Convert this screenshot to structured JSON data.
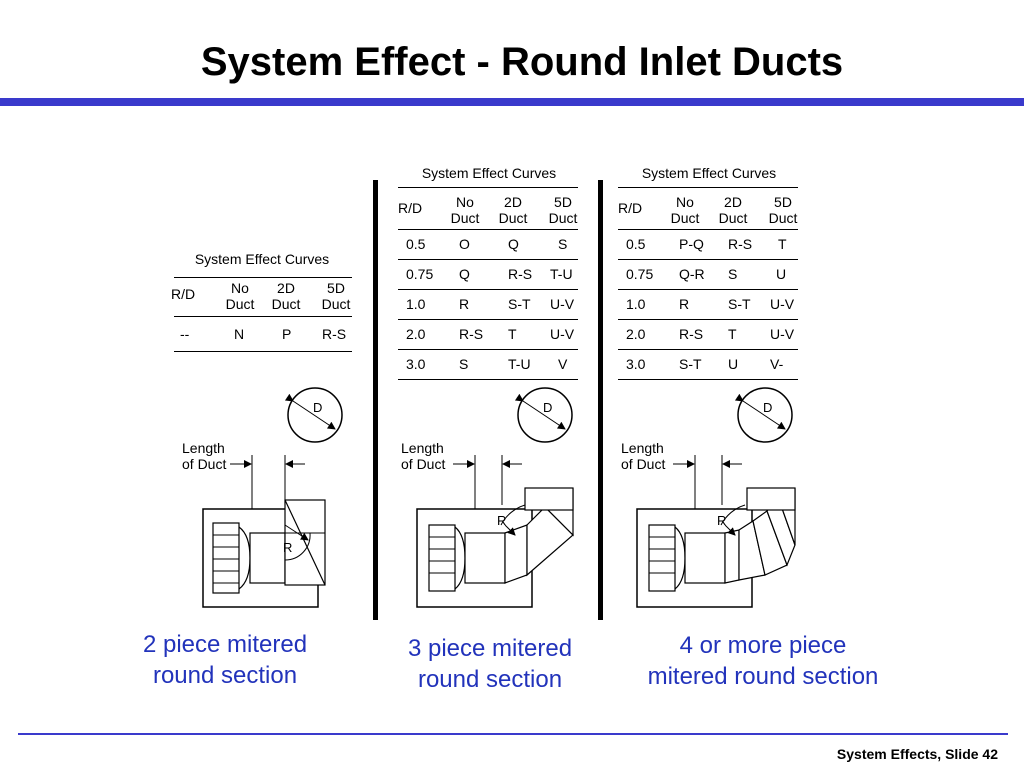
{
  "title": "System Effect - Round Inlet Ducts",
  "tables": [
    {
      "caption": "System Effect Curves",
      "header": {
        "rd": "R/D",
        "c1a": "No",
        "c1b": "Duct",
        "c2a": "2D",
        "c2b": "Duct",
        "c3a": "5D",
        "c3b": "Duct"
      },
      "rows": [
        [
          "--",
          "N",
          "P",
          "R-S"
        ]
      ]
    },
    {
      "caption": "System Effect Curves",
      "header": {
        "rd": "R/D",
        "c1a": "No",
        "c1b": "Duct",
        "c2a": "2D",
        "c2b": "Duct",
        "c3a": "5D",
        "c3b": "Duct"
      },
      "rows": [
        [
          "0.5",
          "O",
          "Q",
          "S"
        ],
        [
          "0.75",
          "Q",
          "R-S",
          "T-U"
        ],
        [
          "1.0",
          "R",
          "S-T",
          "U-V"
        ],
        [
          "2.0",
          "R-S",
          "T",
          "U-V"
        ],
        [
          "3.0",
          "S",
          "T-U",
          "V"
        ]
      ]
    },
    {
      "caption": "System Effect Curves",
      "header": {
        "rd": "R/D",
        "c1a": "No",
        "c1b": "Duct",
        "c2a": "2D",
        "c2b": "Duct",
        "c3a": "5D",
        "c3b": "Duct"
      },
      "rows": [
        [
          "0.5",
          "P-Q",
          "R-S",
          "T"
        ],
        [
          "0.75",
          "Q-R",
          "S",
          "U"
        ],
        [
          "1.0",
          "R",
          "S-T",
          "U-V"
        ],
        [
          "2.0",
          "R-S",
          "T",
          "U-V"
        ],
        [
          "3.0",
          "S-T",
          "U",
          "V-"
        ]
      ]
    }
  ],
  "diagrams": [
    {
      "d_label": "D",
      "length_line1": "Length",
      "length_line2": "of Duct",
      "r_label": "R"
    },
    {
      "d_label": "D",
      "length_line1": "Length",
      "length_line2": "of Duct",
      "r_label": "R"
    },
    {
      "d_label": "D",
      "length_line1": "Length",
      "length_line2": "of Duct",
      "r_label": "R"
    }
  ],
  "labels": [
    {
      "line1": "2 piece mitered",
      "line2": "round section"
    },
    {
      "line1": "3 piece mitered",
      "line2": "round section"
    },
    {
      "line1": "4 or more piece",
      "line2": "mitered round section"
    }
  ],
  "footer": "System Effects, Slide 42",
  "colors": {
    "accent": "#3a3acc",
    "label_text": "#2233bb"
  }
}
